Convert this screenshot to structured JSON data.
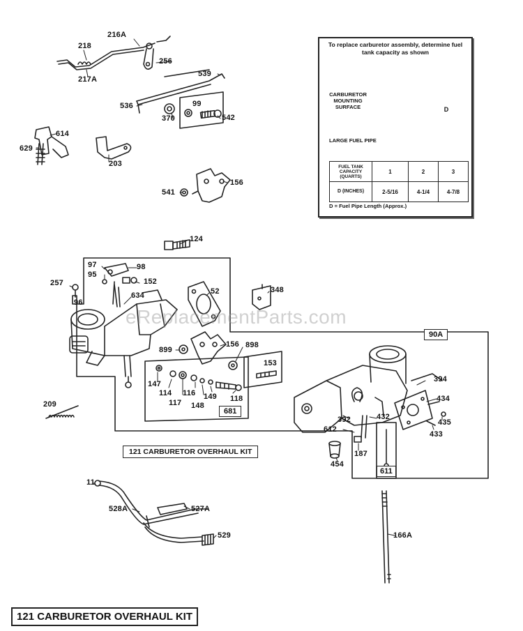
{
  "labels": {
    "l216A": "216A",
    "l218": "218",
    "l217A": "217A",
    "l256": "256",
    "l539": "539",
    "l536": "536",
    "l99": "99",
    "l370": "370",
    "l542": "542",
    "l614": "614",
    "l629": "629",
    "l203": "203",
    "l541": "541",
    "l156a": "156",
    "l124": "124",
    "l97": "97",
    "l98": "98",
    "l95": "95",
    "l152": "152",
    "l257": "257",
    "l96": "96",
    "l634": "634",
    "l52": "52",
    "l348": "348",
    "l899": "899",
    "l156b": "156",
    "l898": "898",
    "l153": "153",
    "l147": "147",
    "l114": "114",
    "l117": "117",
    "l116": "116",
    "l148": "148",
    "l149": "149",
    "l118": "118",
    "l681": "681",
    "l209": "209",
    "l90A": "90A",
    "l394": "394",
    "l434": "434",
    "l435": "435",
    "l433": "433",
    "l392": "392",
    "l612": "612",
    "l432": "432",
    "l187": "187",
    "l454": "454",
    "l611": "611",
    "l11": "11",
    "l528A": "528A",
    "l527A": "527A",
    "l529": "529",
    "l166A": "166A"
  },
  "inner_kit_label": "121  CARBURETOR OVERHAUL KIT",
  "footer_kit_label": "121 CARBURETOR OVERHAUL KIT",
  "watermark": "eReplacementParts.com",
  "inset": {
    "title": "To replace carburetor assembly, determine fuel tank capacity as shown",
    "mounting_label": "CARBURETOR MOUNTING SURFACE",
    "pipe_label": "LARGE FUEL PIPE",
    "d_label": "D",
    "table": {
      "capacity_header": "FUEL TANK CAPACITY (QUARTS)",
      "capacities": [
        "1",
        "2",
        "3"
      ],
      "d_header": "D (INCHES)",
      "d_values": [
        "2-5/16",
        "4-1/4",
        "4-7/8"
      ]
    },
    "footnote": "D = Fuel Pipe Length (Approx.)"
  }
}
